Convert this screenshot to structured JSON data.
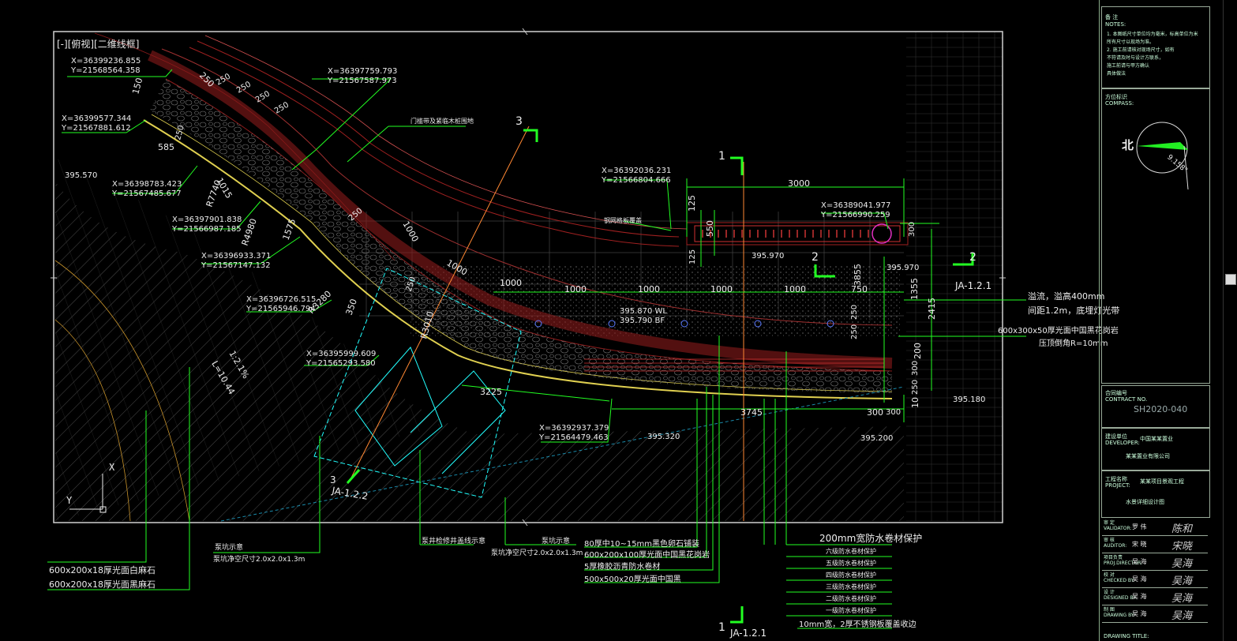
{
  "viewport_label": "[-][俯视][二维线框]",
  "coordinates": [
    {
      "x": "X=36399236.855",
      "y": "Y=21568564.358"
    },
    {
      "x": "X=36397759.793",
      "y": "Y=21567587.973"
    },
    {
      "x": "X=36399577.344",
      "y": "Y=21567881.612"
    },
    {
      "x": "X=36398783.423",
      "y": "Y=21567485.677"
    },
    {
      "x": "X=36397901.838",
      "y": "Y=21566987.185"
    },
    {
      "x": "X=36396933.371",
      "y": "Y=21567147.132"
    },
    {
      "x": "X=36396726.515",
      "y": "Y=21565946.794"
    },
    {
      "x": "X=36395999.609",
      "y": "Y=21565293.580"
    },
    {
      "x": "X=36392937.379",
      "y": "Y=21564479.463"
    },
    {
      "x": "X=36392036.231",
      "y": "Y=21566804.666"
    },
    {
      "x": "X=36389041.977",
      "y": "Y=21566990.259"
    }
  ],
  "dimensions": {
    "d250": "250",
    "d150": "150",
    "d585": "585",
    "d1015": "1015",
    "r7740": "R7740",
    "r4980": "R4980",
    "d1575": "1575",
    "r3280": "R3280",
    "d350": "350",
    "d3225": "3225",
    "d3745": "3745",
    "d300": "300",
    "d3000": "3000",
    "d1000": "1000",
    "d125": "125",
    "d550": "550",
    "d1355": "1355",
    "d2415": "2415",
    "d3855": "3855",
    "d750": "750",
    "d200": "200",
    "d10": "10",
    "r3010": "R3010",
    "d1212": "1:2.1%",
    "l1044": "L=10.44"
  },
  "elevations": {
    "e395570": "395.570",
    "e395970a": "395.970",
    "e395970b": "395.970",
    "e395870": "395.870 WL",
    "e395790": "395.790 BF",
    "e395320": "395.320",
    "e395200": "395.200",
    "e395180": "395.180"
  },
  "section_marks": {
    "s3": "3",
    "s1": "1",
    "s2a": "2",
    "s2b": "2",
    "s1b": "1",
    "ja122": "JA-1.2.2",
    "ja121": "JA-1.2.1",
    "ja121b": "JA-1.2.1",
    "ja121c": "JA-1.2.1"
  },
  "callouts": {
    "c1": "门槛带及紧临木桩围地",
    "c2": "钢网格板覆盖",
    "c3": "溢流，溢高400mm",
    "c4": "间距1.2m，底埋灯光带",
    "c5": "600x300x50厚光面中国黑花岗岩",
    "c6": "压顶倒角R=10mm",
    "c7": "600x200x18厚光面白麻石",
    "c8": "600x200x18厚光面黑麻石",
    "c9": "泵坑示意",
    "c10": "泵坑净空尺寸2.0x2.0x1.3m",
    "c11": "泵井检修井盖线示意",
    "c12": "泵坑示意",
    "c13": "泵坑净空尺寸2.0x2.0x1.3m",
    "c14": "80厚中10~15mm黑色卵石铺装",
    "c15": "600x200x100厚光面中国黑花岗岩",
    "c16": "5厚橡胶沥青防水卷材",
    "c17": "500x500x20厚光面中国黑",
    "c18": "200mm宽防水卷材保护",
    "c19": "六级防水卷材保护",
    "c20": "五级防水卷材保护",
    "c21": "四级防水卷材保护",
    "c22": "三级防水卷材保护",
    "c23": "二级防水卷材保护",
    "c24": "一级防水卷材保护",
    "c25": "10mm宽，2厚不锈钢板覆盖收边"
  },
  "title_block": {
    "notes_label": "备  注",
    "notes_en": "NOTES:",
    "note_lines": [
      "1. 本图纸尺寸单位均为毫米，标高单位为米",
      "   所有尺寸以现场为准。",
      "2. 施工前请核对现场尺寸，如有",
      "   不符请及时与设计方联系，",
      "   施工前请与甲方确认",
      "   具体做法"
    ],
    "compass_label": "方位标识",
    "compass_en": "COMPASS:",
    "north": "北",
    "compass_angle": "9.158°",
    "contract_label": "合同编号",
    "contract_en": "CONTRACT NO.",
    "contract_no": "SH2020-040",
    "developer_label": "建设单位",
    "developer_en": "DEVELOPER:",
    "developer_1": "中国某某置业",
    "developer_2": "某某置业有限公司",
    "project_label": "工程名称",
    "project_en": "PROJECT:",
    "project_1": "某某项目景观工程",
    "project_2": "水景详细设计图",
    "roles": [
      {
        "cn": "审 定",
        "en": "VALIDATOR:",
        "name": "罗 伟",
        "sig": "陈和"
      },
      {
        "cn": "审 核",
        "en": "AUDITOR:",
        "name": "宋 晓",
        "sig": "宋晓"
      },
      {
        "cn": "项目负责",
        "en": "PROJ.DIRECTOR:",
        "name": "吴 海",
        "sig": "吴海"
      },
      {
        "cn": "校 对",
        "en": "CHECKED BY:",
        "name": "吴 海",
        "sig": "吴海"
      },
      {
        "cn": "设 计",
        "en": "DESIGNED BY:",
        "name": "吴 海",
        "sig": "吴海"
      },
      {
        "cn": "制 图",
        "en": "DRAWING BY:",
        "name": "吴 海",
        "sig": "吴海"
      }
    ],
    "drawing_title_en": "DRAWING TITLE:"
  },
  "colors": {
    "frame": "#d0d0d0",
    "green": "#22ff22",
    "red": "#ff3030",
    "cyan": "#22ffff",
    "yellow": "#e8e050",
    "orange": "#ff8833",
    "brown": "#8b1a1a",
    "white": "#ffffff",
    "hatch": "#7a7a7a"
  }
}
